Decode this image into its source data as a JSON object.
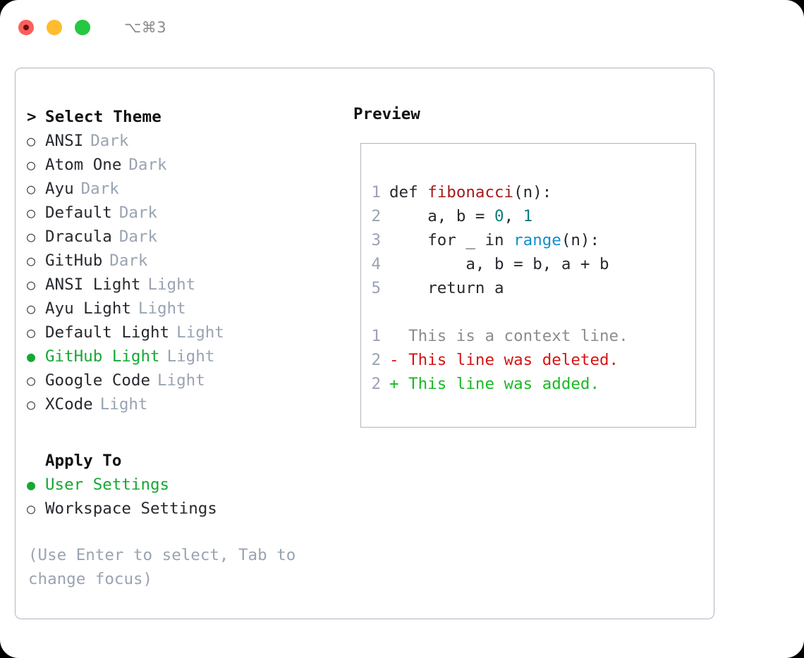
{
  "titlebar": {
    "shortcut": "⌥⌘3",
    "lights": [
      "close",
      "minimize",
      "maximize"
    ]
  },
  "theme_list": {
    "header": "Select Theme",
    "caret": ">",
    "bullet_unselected": "○",
    "bullet_selected": "●",
    "items": [
      {
        "name": "ANSI",
        "variant": "Dark",
        "selected": false
      },
      {
        "name": "Atom One",
        "variant": "Dark",
        "selected": false
      },
      {
        "name": "Ayu",
        "variant": "Dark",
        "selected": false
      },
      {
        "name": "Default",
        "variant": "Dark",
        "selected": false
      },
      {
        "name": "Dracula",
        "variant": "Dark",
        "selected": false
      },
      {
        "name": "GitHub",
        "variant": "Dark",
        "selected": false
      },
      {
        "name": "ANSI Light",
        "variant": "Light",
        "selected": false
      },
      {
        "name": "Ayu Light",
        "variant": "Light",
        "selected": false
      },
      {
        "name": "Default Light",
        "variant": "Light",
        "selected": false
      },
      {
        "name": "GitHub Light",
        "variant": "Light",
        "selected": true
      },
      {
        "name": "Google Code",
        "variant": "Light",
        "selected": false
      },
      {
        "name": "XCode",
        "variant": "Light",
        "selected": false
      }
    ]
  },
  "apply_to": {
    "title": "Apply To",
    "options": [
      {
        "label": "User Settings",
        "selected": true
      },
      {
        "label": "Workspace Settings",
        "selected": false
      }
    ]
  },
  "hint": "(Use Enter to select, Tab to change focus)",
  "preview": {
    "title": "Preview",
    "code": [
      {
        "num": "1",
        "indent": "",
        "pre": "def ",
        "token": "fibonacci",
        "token_kind": "fn",
        "post": "(n):"
      },
      {
        "num": "2",
        "indent": "    ",
        "pre": "a, b = ",
        "token": "0",
        "token_kind": "num",
        "post": ", ",
        "token2": "1",
        "token2_kind": "num",
        "post2": ""
      },
      {
        "num": "3",
        "indent": "    ",
        "pre": "for _ in ",
        "token": "range",
        "token_kind": "call",
        "post": "(n):"
      },
      {
        "num": "4",
        "indent": "        ",
        "pre": "a, b = b, a + b",
        "token": "",
        "token_kind": "",
        "post": ""
      },
      {
        "num": "5",
        "indent": "    ",
        "pre": "return a",
        "token": "",
        "token_kind": "",
        "post": ""
      }
    ],
    "diff": [
      {
        "num": "1",
        "sign": " ",
        "text": "This is a context line.",
        "kind": "ctx"
      },
      {
        "num": "2",
        "sign": "-",
        "text": "This line was deleted.",
        "kind": "del"
      },
      {
        "num": "2",
        "sign": "+",
        "text": "This line was added.",
        "kind": "add"
      }
    ]
  },
  "colors": {
    "selected_green": "#15a833",
    "muted": "#9aa3b2",
    "border": "#aeb6c2",
    "fn_red": "#a51b1b",
    "num_teal": "#0e7c7b",
    "call_blue": "#128ece",
    "diff_del_red": "#d61414",
    "diff_add_green": "#17ba22",
    "light_red": "#fc5f5a",
    "light_amber": "#febc2e",
    "light_green": "#25c840"
  }
}
